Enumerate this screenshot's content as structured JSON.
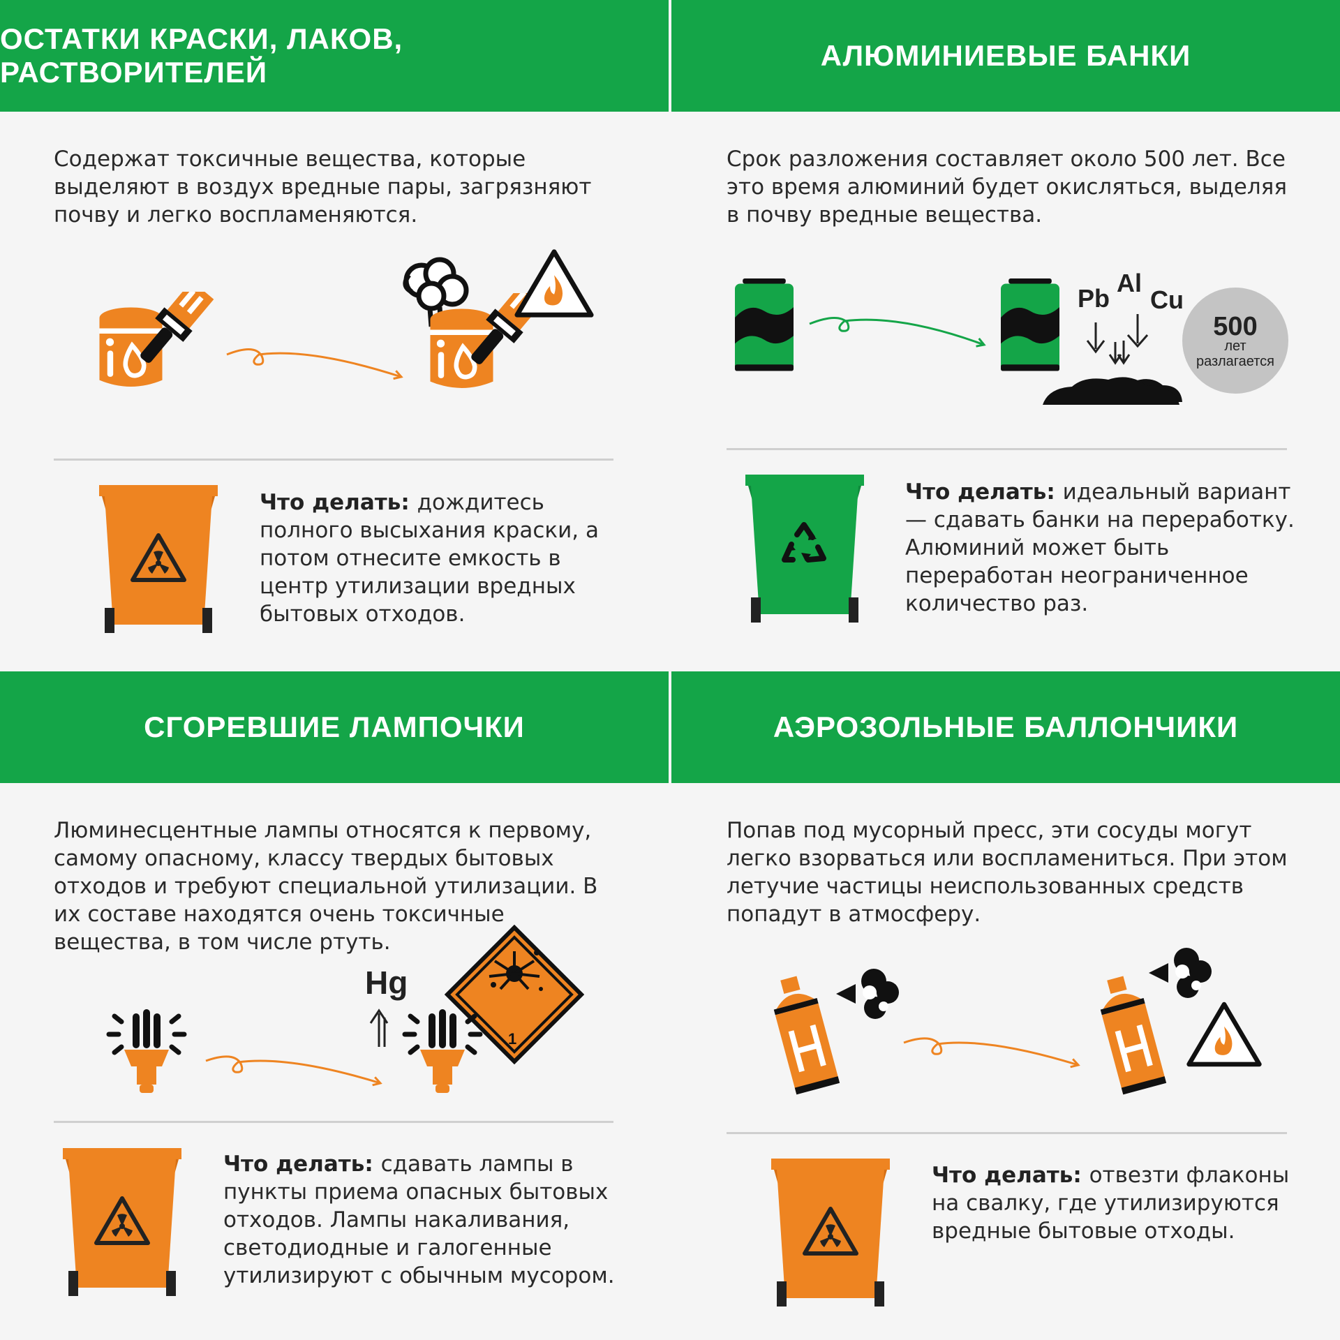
{
  "colors": {
    "green": "#14a548",
    "orange": "#ee8421",
    "black": "#111111",
    "gray_badge": "#c4c4c4"
  },
  "paint": {
    "title": "ОСТАТКИ КРАСКИ, ЛАКОВ, РАСТВОРИТЕЛЕЙ",
    "intro": "Содержат токсичные вещества, которые выделяют в воздух вредные пары, загрязняют почву и легко воспламеняются.",
    "todo_label": "Что делать:",
    "todo_text": "дождитесь полного высыхания краски, а потом отнесите емкость в центр утилизации вредных бытовых отходов.",
    "icons": [
      "paint-can-icon",
      "brush-icon",
      "smoke-icon",
      "flammable-warning-icon",
      "hazard-bin-icon"
    ]
  },
  "cans": {
    "title": "АЛЮМИНИЕВЫЕ  БАНКИ",
    "intro": "Срок разложения составляет около 500 лет. Все это время алюминий будет окисляться, выделяя в почву вредные вещества.",
    "elements": [
      "Pb",
      "Al",
      "Cu"
    ],
    "badge_number": "500",
    "badge_unit": "лет",
    "badge_text": "разлагается",
    "todo_label": "Что делать:",
    "todo_text": "идеальный вариант — сдавать банки на переработку. Алюминий может быть переработан неограниченное количество раз.",
    "icons": [
      "aluminum-can-icon",
      "soil-icon",
      "recycle-bin-icon"
    ]
  },
  "lamps": {
    "title": "СГОРЕВШИЕ  ЛАМПОЧКИ",
    "intro": "Люминесцентные лампы относятся к первому, самому опасному, классу твердых бытовых отходов и требуют специальной утилизации. В их составе находятся очень токсичные вещества, в том числе ртуть.",
    "element": "Hg",
    "hazard_class": "1",
    "todo_label": "Что делать:",
    "todo_text": "сдавать лампы в пункты приема опасных бытовых отходов. Лампы накаливания, светодиодные и галогенные утилизируют с обычным мусором.",
    "icons": [
      "cfl-bulb-icon",
      "explosive-diamond-icon",
      "hazard-bin-icon"
    ]
  },
  "aerosols": {
    "title": "АЭРОЗОЛЬНЫЕ  БАЛЛОНЧИКИ",
    "intro": "Попав под мусорный пресс, эти сосуды могут легко взорваться или воспламениться. При этом летучие частицы неиспользованных средств попадут в атмосферу.",
    "can_letter": "H",
    "todo_label": "Что делать:",
    "todo_text": "отвезти флаконы на свалку, где утилизируются вредные бытовые отходы.",
    "icons": [
      "aerosol-can-icon",
      "spray-cloud-icon",
      "flammable-warning-icon",
      "hazard-bin-icon"
    ]
  }
}
